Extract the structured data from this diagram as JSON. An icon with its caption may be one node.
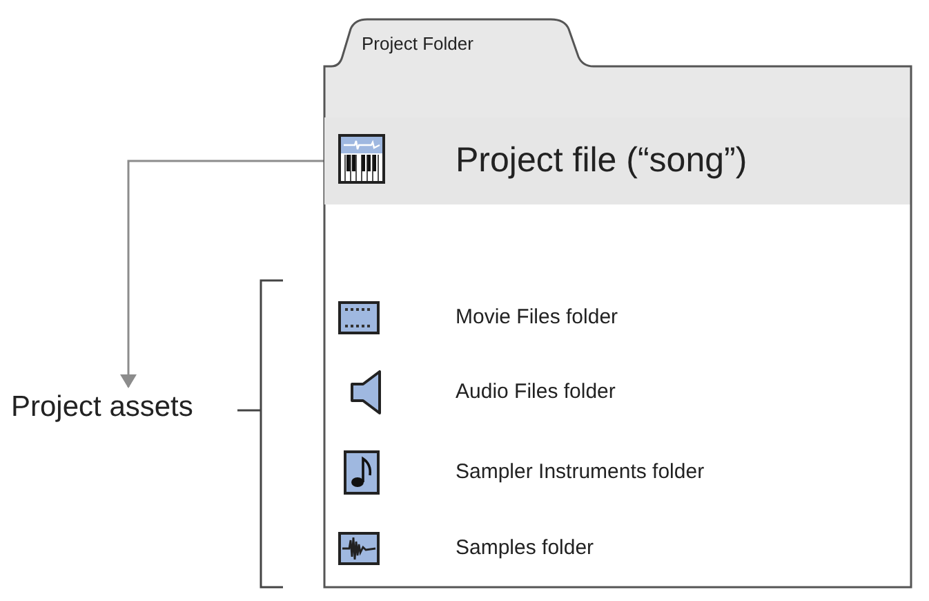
{
  "diagram": {
    "nodes": [
      {
        "text": [
          "Project Folder"
        ]
      },
      {
        "text": [
          "Project file (“song”)"
        ],
        "in": 0
      },
      {
        "text": [
          "Project assets"
        ]
      }
    ],
    "edges": [
      {
        "from": 1,
        "to": 2,
        "arrow": "to",
        "color": "#8c8c8c"
      }
    ],
    "labels": [
      "Movie Files folder",
      "Audio Files folder",
      "Sampler Instruments folder",
      "Samples folder"
    ]
  }
}
